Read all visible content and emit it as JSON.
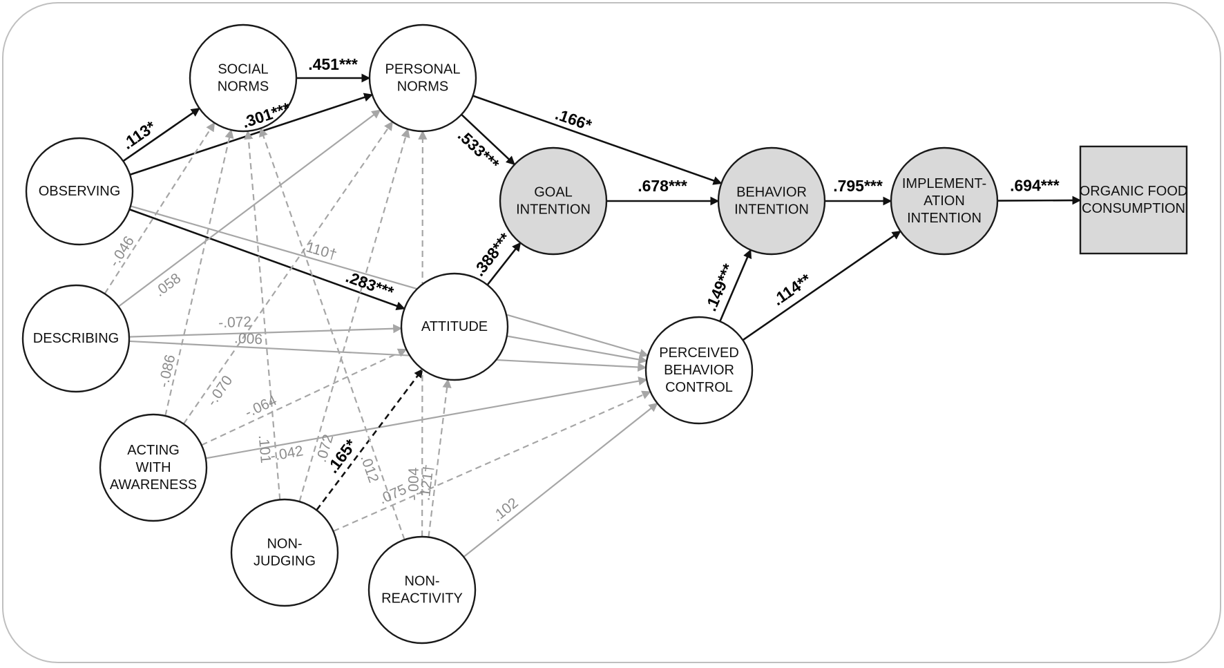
{
  "colors": {
    "significant": "#111111",
    "non_significant": "#a6a6a6",
    "node_fill": "#ffffff",
    "node_fill_shaded": "#d9d9d9",
    "frame": "#bfbfbf"
  },
  "nodes": {
    "observing": {
      "lines": [
        "OBSERVING"
      ],
      "shaded": false
    },
    "describing": {
      "lines": [
        "DESCRIBING"
      ],
      "shaded": false
    },
    "acting": {
      "lines": [
        "ACTING",
        "WITH",
        "AWARENESS"
      ],
      "shaded": false
    },
    "nonjudging": {
      "lines": [
        "NON-",
        "JUDGING"
      ],
      "shaded": false
    },
    "nonreactivity": {
      "lines": [
        "NON-",
        "REACTIVITY"
      ],
      "shaded": false
    },
    "social": {
      "lines": [
        "SOCIAL",
        "NORMS"
      ],
      "shaded": false
    },
    "personal": {
      "lines": [
        "PERSONAL",
        "NORMS"
      ],
      "shaded": false
    },
    "attitude": {
      "lines": [
        "ATTITUDE"
      ],
      "shaded": false
    },
    "goal": {
      "lines": [
        "GOAL",
        "INTENTION"
      ],
      "shaded": true
    },
    "behavior": {
      "lines": [
        "BEHAVIOR",
        "INTENTION"
      ],
      "shaded": true
    },
    "pbc": {
      "lines": [
        "PERCEIVED",
        "BEHAVIOR",
        "CONTROL"
      ],
      "shaded": false
    },
    "implementation": {
      "lines": [
        "IMPLEMENT-",
        "ATION",
        "INTENTION"
      ],
      "shaded": true
    },
    "organic": {
      "lines": [
        "ORGANIC FOOD",
        "CONSUMPTION"
      ],
      "shaded": true
    }
  },
  "edges": [
    {
      "from": "observing",
      "to": "social",
      "label": ".113*",
      "significant": true,
      "dashed": false
    },
    {
      "from": "observing",
      "to": "personal",
      "label": ".301***",
      "significant": true,
      "dashed": false
    },
    {
      "from": "observing",
      "to": "attitude",
      "label": ".283***",
      "significant": true,
      "dashed": false
    },
    {
      "from": "observing",
      "to": "pbc",
      "label": ".110†",
      "significant": false,
      "dashed": false
    },
    {
      "from": "describing",
      "to": "social",
      "label": "-.046",
      "significant": false,
      "dashed": true
    },
    {
      "from": "describing",
      "to": "personal",
      "label": ".058",
      "significant": false,
      "dashed": false
    },
    {
      "from": "describing",
      "to": "attitude",
      "label": "-.072",
      "significant": false,
      "dashed": false
    },
    {
      "from": "describing",
      "to": "pbc",
      "label": ".006",
      "significant": false,
      "dashed": false
    },
    {
      "from": "acting",
      "to": "social",
      "label": "-.086",
      "significant": false,
      "dashed": true
    },
    {
      "from": "acting",
      "to": "personal",
      "label": "-.070",
      "significant": false,
      "dashed": true
    },
    {
      "from": "acting",
      "to": "attitude",
      "label": "-.064",
      "significant": false,
      "dashed": true
    },
    {
      "from": "acting",
      "to": "pbc",
      "label": "-.042",
      "significant": false,
      "dashed": false
    },
    {
      "from": "nonjudging",
      "to": "social",
      "label": ".101",
      "significant": false,
      "dashed": true
    },
    {
      "from": "nonjudging",
      "to": "personal",
      "label": ".072",
      "significant": false,
      "dashed": true
    },
    {
      "from": "nonjudging",
      "to": "attitude",
      "label": ".165*",
      "significant": true,
      "dashed": true
    },
    {
      "from": "nonjudging",
      "to": "pbc",
      "label": ".075",
      "significant": false,
      "dashed": true
    },
    {
      "from": "nonreactivity",
      "to": "social",
      "label": ".012",
      "significant": false,
      "dashed": true
    },
    {
      "from": "nonreactivity",
      "to": "personal",
      "label": "-.004",
      "significant": false,
      "dashed": true
    },
    {
      "from": "nonreactivity",
      "to": "attitude",
      "label": ".121†",
      "significant": false,
      "dashed": true
    },
    {
      "from": "nonreactivity",
      "to": "pbc",
      "label": ".102",
      "significant": false,
      "dashed": false
    },
    {
      "from": "social",
      "to": "personal",
      "label": ".451***",
      "significant": true,
      "dashed": false
    },
    {
      "from": "personal",
      "to": "goal",
      "label": ".533***",
      "significant": true,
      "dashed": false
    },
    {
      "from": "personal",
      "to": "behavior",
      "label": ".166*",
      "significant": true,
      "dashed": false
    },
    {
      "from": "attitude",
      "to": "goal",
      "label": ".388***",
      "significant": true,
      "dashed": false
    },
    {
      "from": "attitude",
      "to": "pbc",
      "label": "",
      "significant": false,
      "dashed": false
    },
    {
      "from": "goal",
      "to": "behavior",
      "label": ".678***",
      "significant": true,
      "dashed": false
    },
    {
      "from": "pbc",
      "to": "behavior",
      "label": ".149***",
      "significant": true,
      "dashed": false
    },
    {
      "from": "pbc",
      "to": "implementation",
      "label": ".114**",
      "significant": true,
      "dashed": false
    },
    {
      "from": "behavior",
      "to": "implementation",
      "label": ".795***",
      "significant": true,
      "dashed": false
    },
    {
      "from": "implementation",
      "to": "organic",
      "label": ".694***",
      "significant": true,
      "dashed": false
    }
  ]
}
